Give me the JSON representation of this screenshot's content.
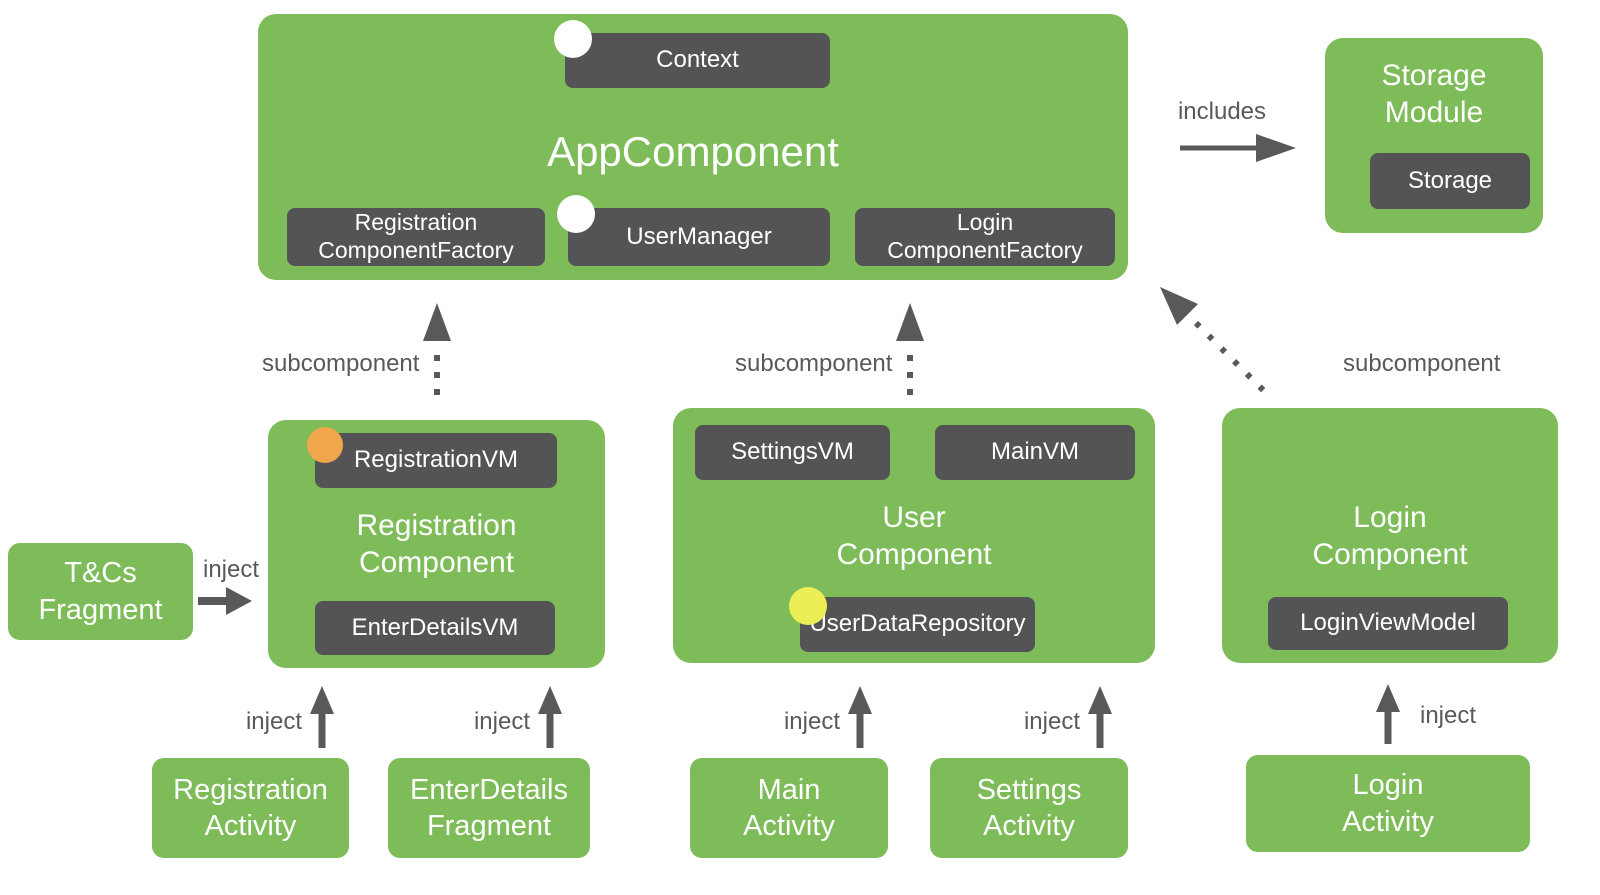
{
  "edge_labels": {
    "includes": "includes",
    "inject": "inject",
    "subcomponent": "subcomponent"
  },
  "app_component": {
    "title": "AppComponent",
    "context": "Context",
    "registration_component_factory": "Registration\nComponentFactory",
    "user_manager": "UserManager",
    "login_component_factory": "Login\nComponentFactory"
  },
  "storage_module": {
    "title": "Storage\nModule",
    "storage": "Storage"
  },
  "registration_component": {
    "title": "Registration\nComponent",
    "registration_vm": "RegistrationVM",
    "enter_details_vm": "EnterDetailsVM"
  },
  "user_component": {
    "title": "User\nComponent",
    "settings_vm": "SettingsVM",
    "main_vm": "MainVM",
    "user_data_repository": "UserDataRepository"
  },
  "login_component": {
    "title": "Login\nComponent",
    "login_view_model": "LoginViewModel"
  },
  "standalone": {
    "tcs_fragment": "T&Cs\nFragment",
    "registration_activity": "Registration\nActivity",
    "enter_details_fragment": "EnterDetails\nFragment",
    "main_activity": "Main\nActivity",
    "settings_activity": "Settings\nActivity",
    "login_activity": "Login\nActivity"
  },
  "colors": {
    "component_green": "#7DBC58",
    "binding_dark_gray": "#545456",
    "arrow_gray": "#58595B",
    "scope_orange": "#F0A74C",
    "scope_yellow": "#EDEE55",
    "scope_white": "#FFFFFF"
  }
}
